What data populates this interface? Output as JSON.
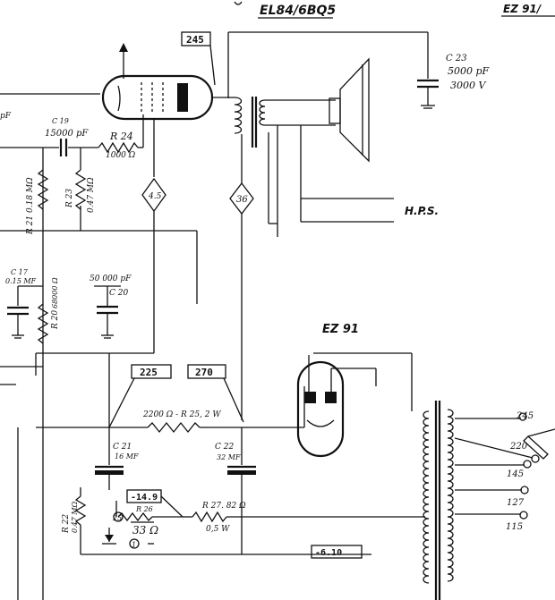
{
  "tubes": {
    "output_tube": "EL84/6BQ5",
    "rectifier_header": "EZ 91/",
    "rectifier": "EZ 91"
  },
  "voltages": {
    "anode": "245",
    "filter_left": "225",
    "filter_right": "270",
    "bias": "-14.9",
    "ground_ref": "-6.10",
    "marker_a": "4.5",
    "marker_b": "36",
    "marker_c": "25",
    "marker_d": "1"
  },
  "components": {
    "c23": {
      "ref": "C 23",
      "value": "5000 pF",
      "rating": "3000 V"
    },
    "c19": {
      "ref": "C 19",
      "value": "15000 pF"
    },
    "r24": {
      "ref": "R 24",
      "value": "1000 Ω"
    },
    "r21": {
      "ref": "R 21",
      "value": "0.18 MΩ"
    },
    "r23": {
      "ref": "R 23",
      "value": "0.47 MΩ"
    },
    "c17": {
      "ref": "C 17",
      "value": "0.15 MF"
    },
    "c20": {
      "ref": "C 20",
      "value": "50 000 pF"
    },
    "r20": {
      "ref": "R 20",
      "value": "68000 Ω"
    },
    "r25": {
      "ref": "R 25",
      "value": "2200 Ω - R 25, 2 W"
    },
    "c21": {
      "ref": "C 21",
      "value": "16 MF"
    },
    "c22": {
      "ref": "C 22",
      "value": "32 MF"
    },
    "r26": {
      "ref": "R 26",
      "value": "33 Ω"
    },
    "r27": {
      "ref": "R 27",
      "value": "R 27. 82 Ω",
      "rating": "0,5 W"
    },
    "r22": {
      "ref": "R 22",
      "value": "0.47 MΩ"
    }
  },
  "labels": {
    "hps": "H.P.S.",
    "pf_fragment": "pF"
  },
  "mains_taps": [
    "245",
    "220",
    "145",
    "127",
    "115"
  ]
}
